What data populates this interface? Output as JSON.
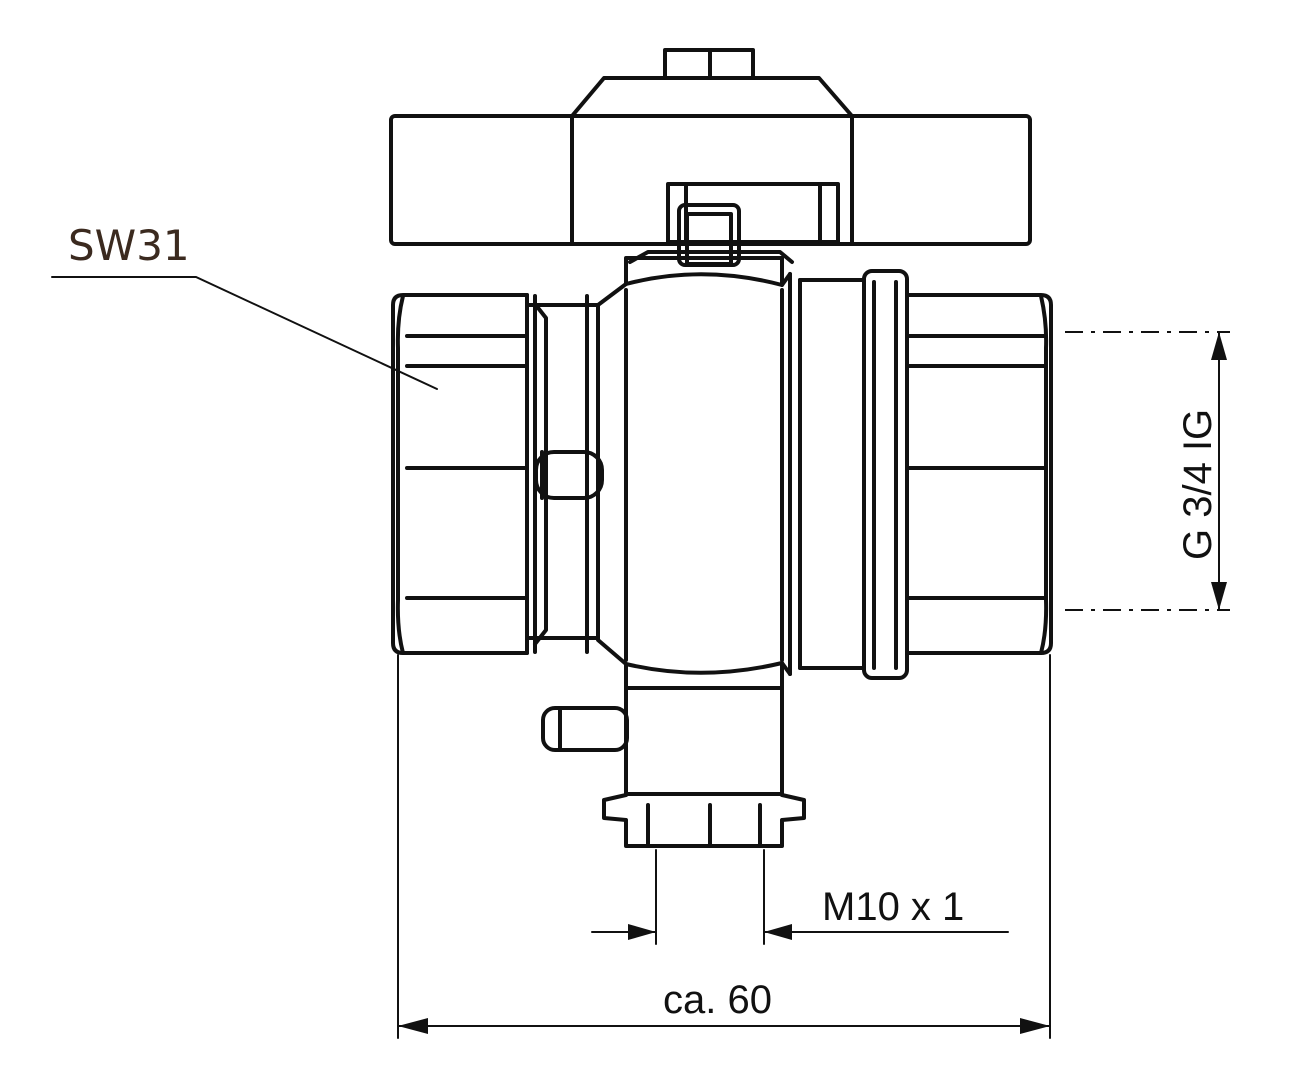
{
  "diagram": {
    "labels": {
      "sw": "SW31",
      "thread": "G 3/4 IG",
      "bottom_thread": "M10  x 1",
      "length": "ca. 60"
    },
    "colors": {
      "line": "#111111",
      "callout": "#3b2a1f",
      "background": "#ffffff"
    }
  }
}
